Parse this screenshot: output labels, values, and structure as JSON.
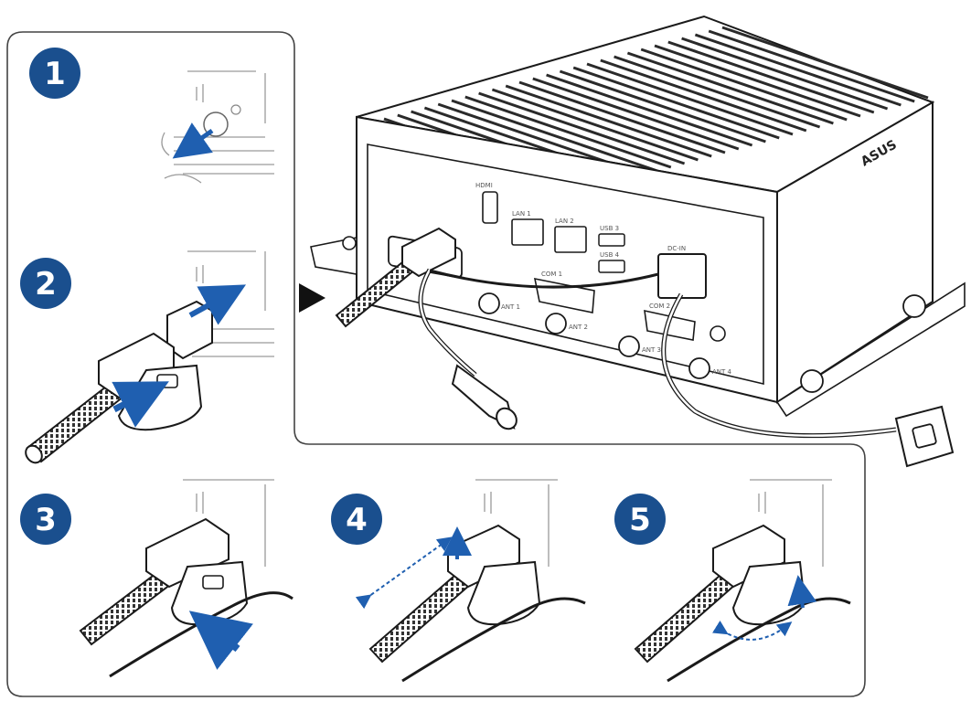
{
  "steps": [
    {
      "number": "1"
    },
    {
      "number": "2"
    },
    {
      "number": "3"
    },
    {
      "number": "4"
    },
    {
      "number": "5"
    }
  ],
  "device": {
    "brand": "ASUS",
    "port_labels": [
      "HDMI",
      "LAN 1",
      "LAN 2",
      "USB 3",
      "USB 4",
      "COM 1",
      "COM 2",
      "ANT 1",
      "ANT 2",
      "ANT 3",
      "ANT 4",
      "DC-IN"
    ]
  },
  "colors": {
    "badge": "#1a4f8e",
    "arrow": "#1f5fb0",
    "line": "#1a1a1a",
    "panel_border": "#444444"
  },
  "icons": [
    "step-badge",
    "push-arrow",
    "slide-arrow",
    "rotate-arrow",
    "pointer-triangle"
  ]
}
